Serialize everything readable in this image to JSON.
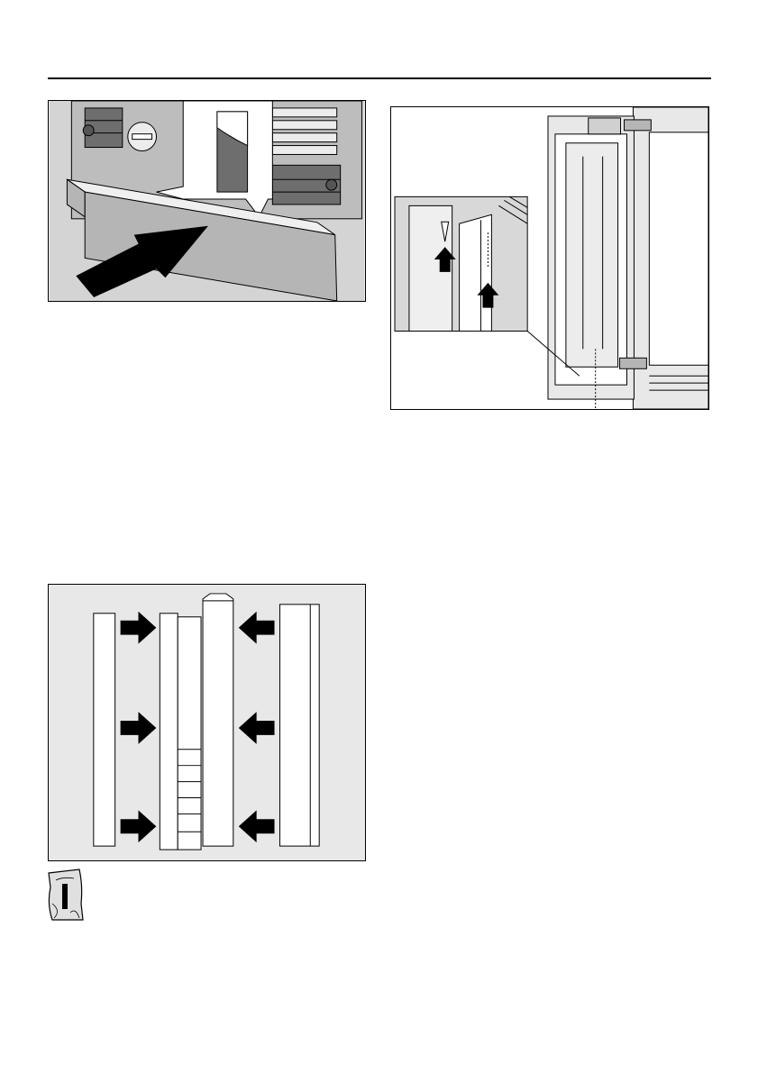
{
  "figures": [
    {
      "id": "fig1",
      "icon": "plinth-fitting-illustration"
    },
    {
      "id": "fig2",
      "icon": "door-hinge-screw-illustration"
    },
    {
      "id": "fig3",
      "icon": "door-trim-strips-illustration"
    }
  ],
  "bag_icon": {
    "icon": "accessory-bag-icon",
    "mark": "I"
  },
  "colors": {
    "background": "#ffffff",
    "panel_fill": "#e8e8e8",
    "outline": "#000000",
    "mid_grey": "#b5b5b5",
    "dark_grey": "#6e6e6e"
  }
}
